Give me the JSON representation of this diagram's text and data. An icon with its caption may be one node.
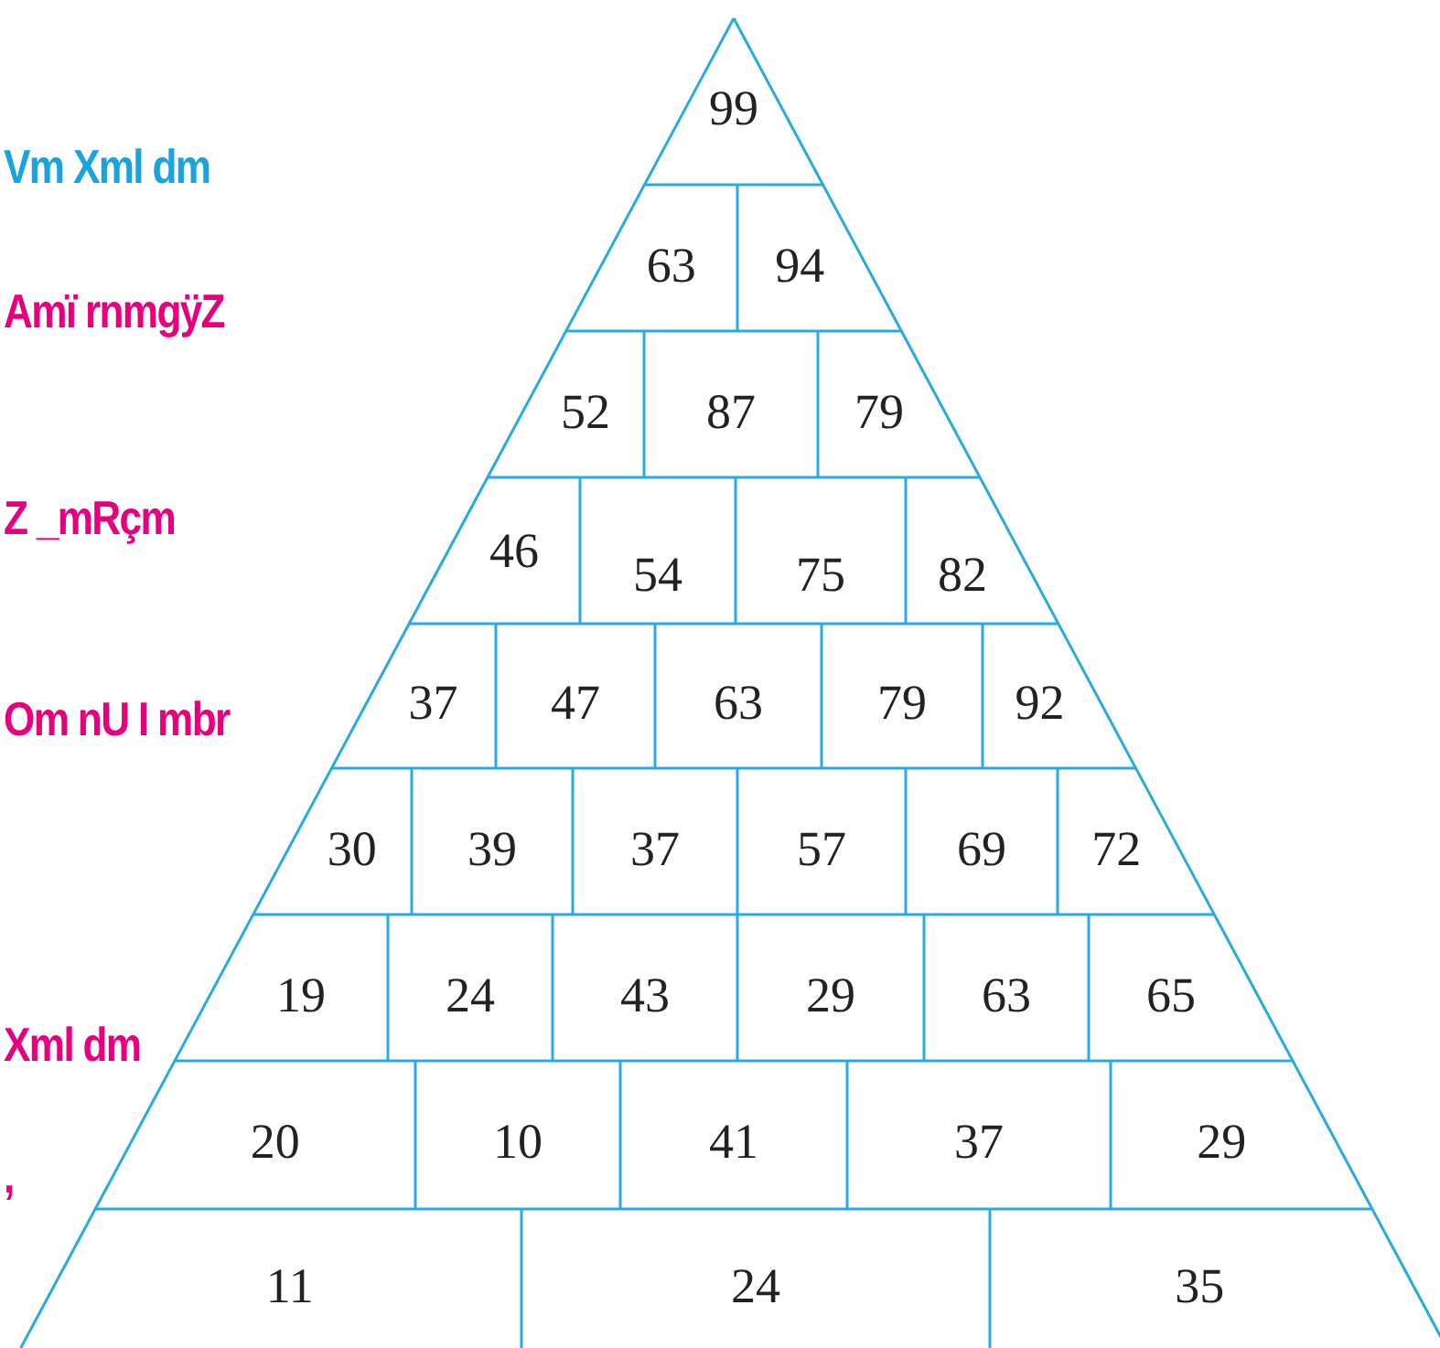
{
  "diagram": {
    "nodes": [
      {
        "text": [
          "99"
        ]
      },
      {
        "text": [
          "63"
        ]
      },
      {
        "text": [
          "94"
        ]
      },
      {
        "text": [
          "52"
        ]
      },
      {
        "text": [
          "87"
        ]
      },
      {
        "text": [
          "79"
        ]
      },
      {
        "text": [
          "46"
        ]
      },
      {
        "text": [
          "54"
        ]
      },
      {
        "text": [
          "75"
        ]
      },
      {
        "text": [
          "82"
        ]
      },
      {
        "text": [
          "37"
        ]
      },
      {
        "text": [
          "47"
        ]
      },
      {
        "text": [
          "63"
        ]
      },
      {
        "text": [
          "79"
        ]
      },
      {
        "text": [
          "92"
        ]
      },
      {
        "text": [
          "30"
        ]
      },
      {
        "text": [
          "39"
        ]
      },
      {
        "text": [
          "37"
        ]
      },
      {
        "text": [
          "57"
        ]
      },
      {
        "text": [
          "69"
        ]
      },
      {
        "text": [
          "72"
        ]
      },
      {
        "text": [
          "19"
        ]
      },
      {
        "text": [
          "24"
        ]
      },
      {
        "text": [
          "43"
        ]
      },
      {
        "text": [
          "29"
        ]
      },
      {
        "text": [
          "63"
        ]
      },
      {
        "text": [
          "65"
        ]
      },
      {
        "text": [
          "20"
        ]
      },
      {
        "text": [
          "10"
        ]
      },
      {
        "text": [
          "41"
        ]
      },
      {
        "text": [
          "37"
        ]
      },
      {
        "text": [
          "29"
        ]
      },
      {
        "text": [
          "11"
        ]
      },
      {
        "text": [
          "24"
        ]
      },
      {
        "text": [
          "35"
        ]
      }
    ],
    "labels": [
      "Vm Xml dm",
      "Amï rnmgÿZ",
      "Z _mRçm",
      "Om nU I mbr",
      "Xml dm",
      ","
    ]
  }
}
